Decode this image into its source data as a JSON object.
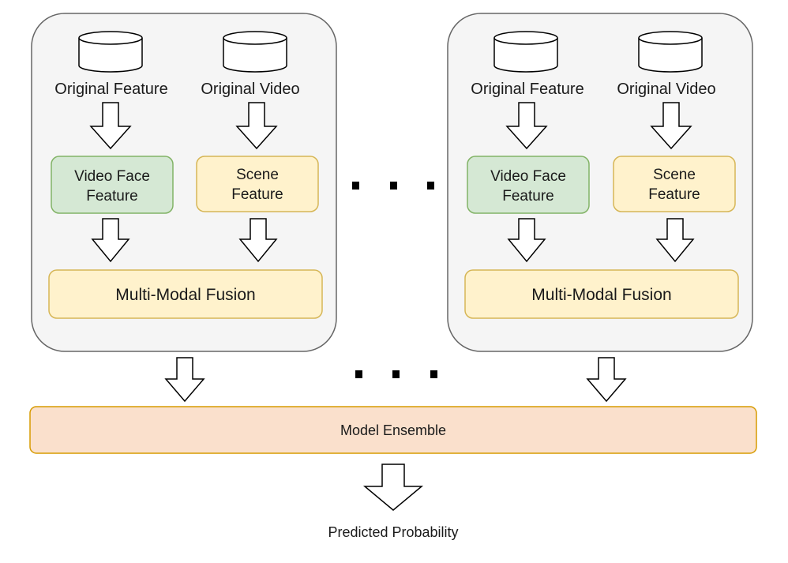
{
  "left_branch": {
    "source_feature": "Original Feature",
    "source_video": "Original Video",
    "face_feature": [
      "Video Face",
      "Feature"
    ],
    "scene_feature": [
      "Scene",
      "Feature"
    ],
    "fusion": "Multi-Modal Fusion"
  },
  "right_branch": {
    "source_feature": "Original Feature",
    "source_video": "Original Video",
    "face_feature": [
      "Video Face",
      "Feature"
    ],
    "scene_feature": [
      "Scene",
      "Feature"
    ],
    "fusion": "Multi-Modal Fusion"
  },
  "ensemble": "Model Ensemble",
  "output": "Predicted Probability",
  "colors": {
    "panel_fill": "#f5f5f5",
    "face_feature_fill": "#d5e8d4",
    "scene_feature_fill": "#fff2cc",
    "ensemble_fill": "#fae0cc"
  }
}
